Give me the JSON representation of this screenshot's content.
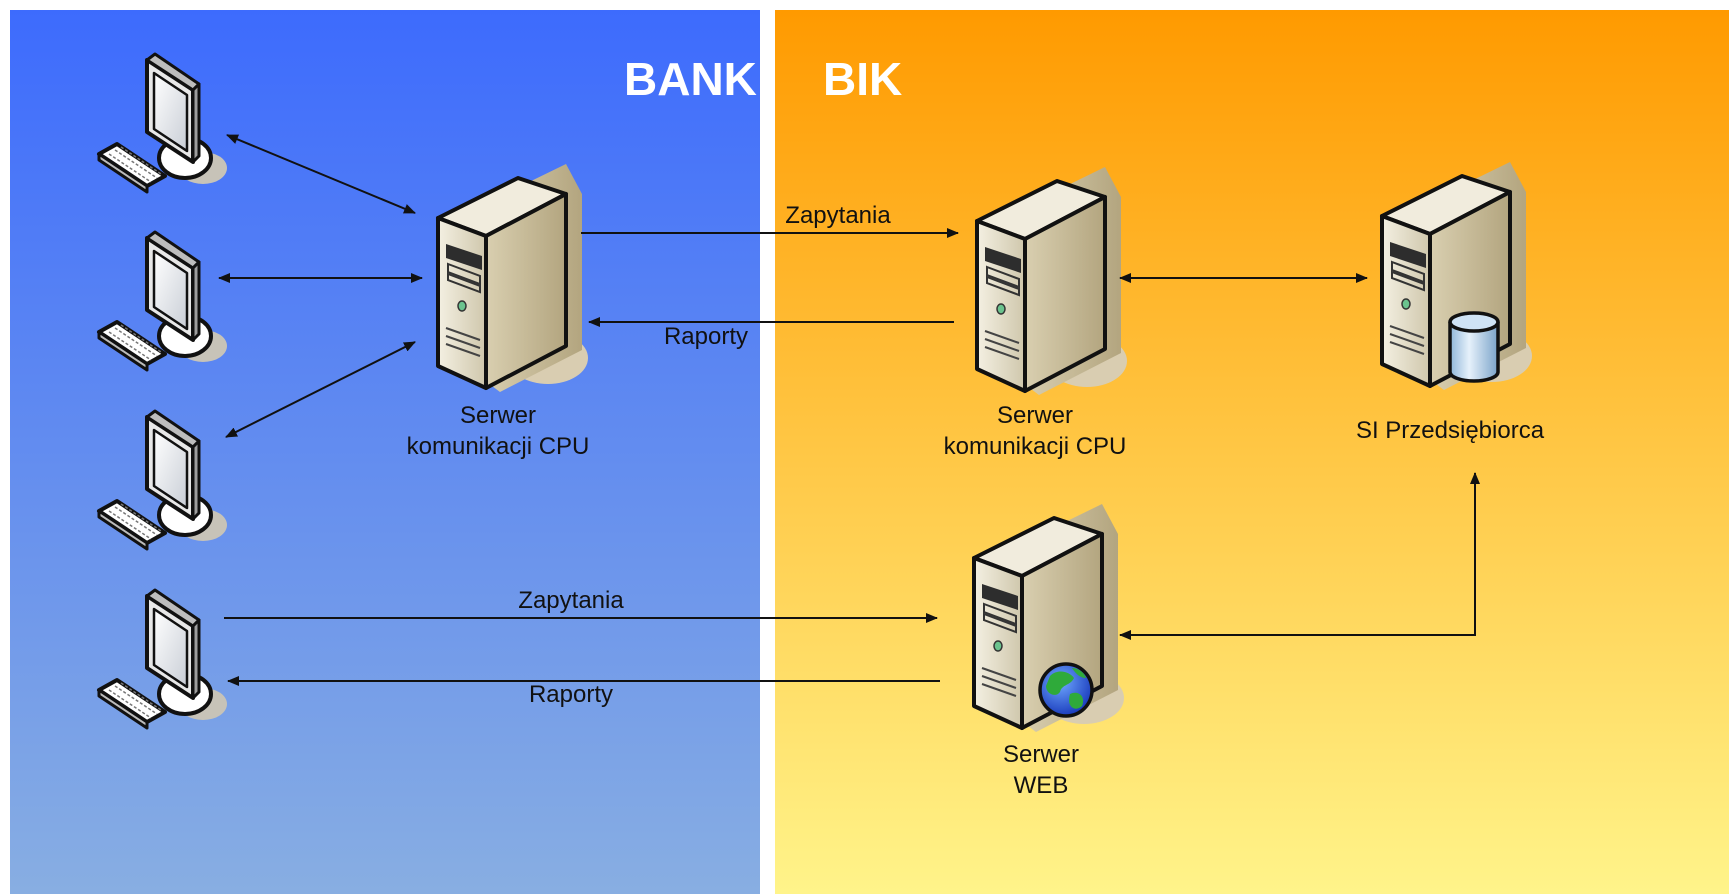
{
  "panels": {
    "bank": {
      "title": "BANK"
    },
    "bik": {
      "title": "BIK"
    }
  },
  "labels": {
    "bank_server": {
      "line1": "Serwer",
      "line2": "komunikacji CPU"
    },
    "bik_server": {
      "line1": "Serwer",
      "line2": "komunikacji CPU"
    },
    "si": {
      "line1": "SI Przedsiębiorca"
    },
    "web_server": {
      "line1": "Serwer",
      "line2": "WEB"
    }
  },
  "connections": {
    "top_request": "Zapytania",
    "top_report": "Raporty",
    "bottom_request": "Zapytania",
    "bottom_report": "Raporty"
  },
  "colors": {
    "bank_top": "#3d6bfd",
    "bank_bottom": "#88aee2",
    "bik_top": "#ff9a00",
    "bik_bottom": "#fff48a",
    "arrow": "#111111"
  }
}
